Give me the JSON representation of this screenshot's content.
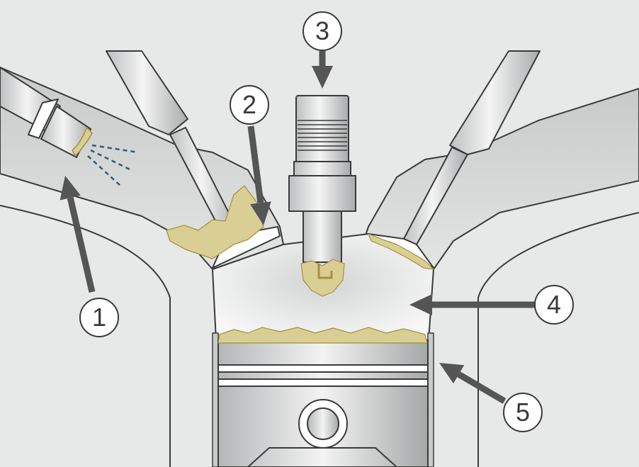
{
  "diagram": {
    "type": "engine-combustion-chamber-cross-section",
    "colors": {
      "background": "#e7e8e8",
      "metal_light": "#f2f2f2",
      "metal_mid": "#c9cbcb",
      "metal_dark": "#8d8f90",
      "outline": "#3a3a3a",
      "deposit": "#d9cf95",
      "deposit_edge": "#a58f3a",
      "arrow": "#555555",
      "spray": "#2f5b74"
    },
    "callouts": [
      {
        "id": 1,
        "label": "1",
        "target": "fuel-injector-nozzle-deposit"
      },
      {
        "id": 2,
        "label": "2",
        "target": "intake-valve-deposit"
      },
      {
        "id": 3,
        "label": "3",
        "target": "spark-plug"
      },
      {
        "id": 4,
        "label": "4",
        "target": "combustion-chamber-deposit"
      },
      {
        "id": 5,
        "label": "5",
        "target": "piston-crown-deposit"
      }
    ]
  }
}
